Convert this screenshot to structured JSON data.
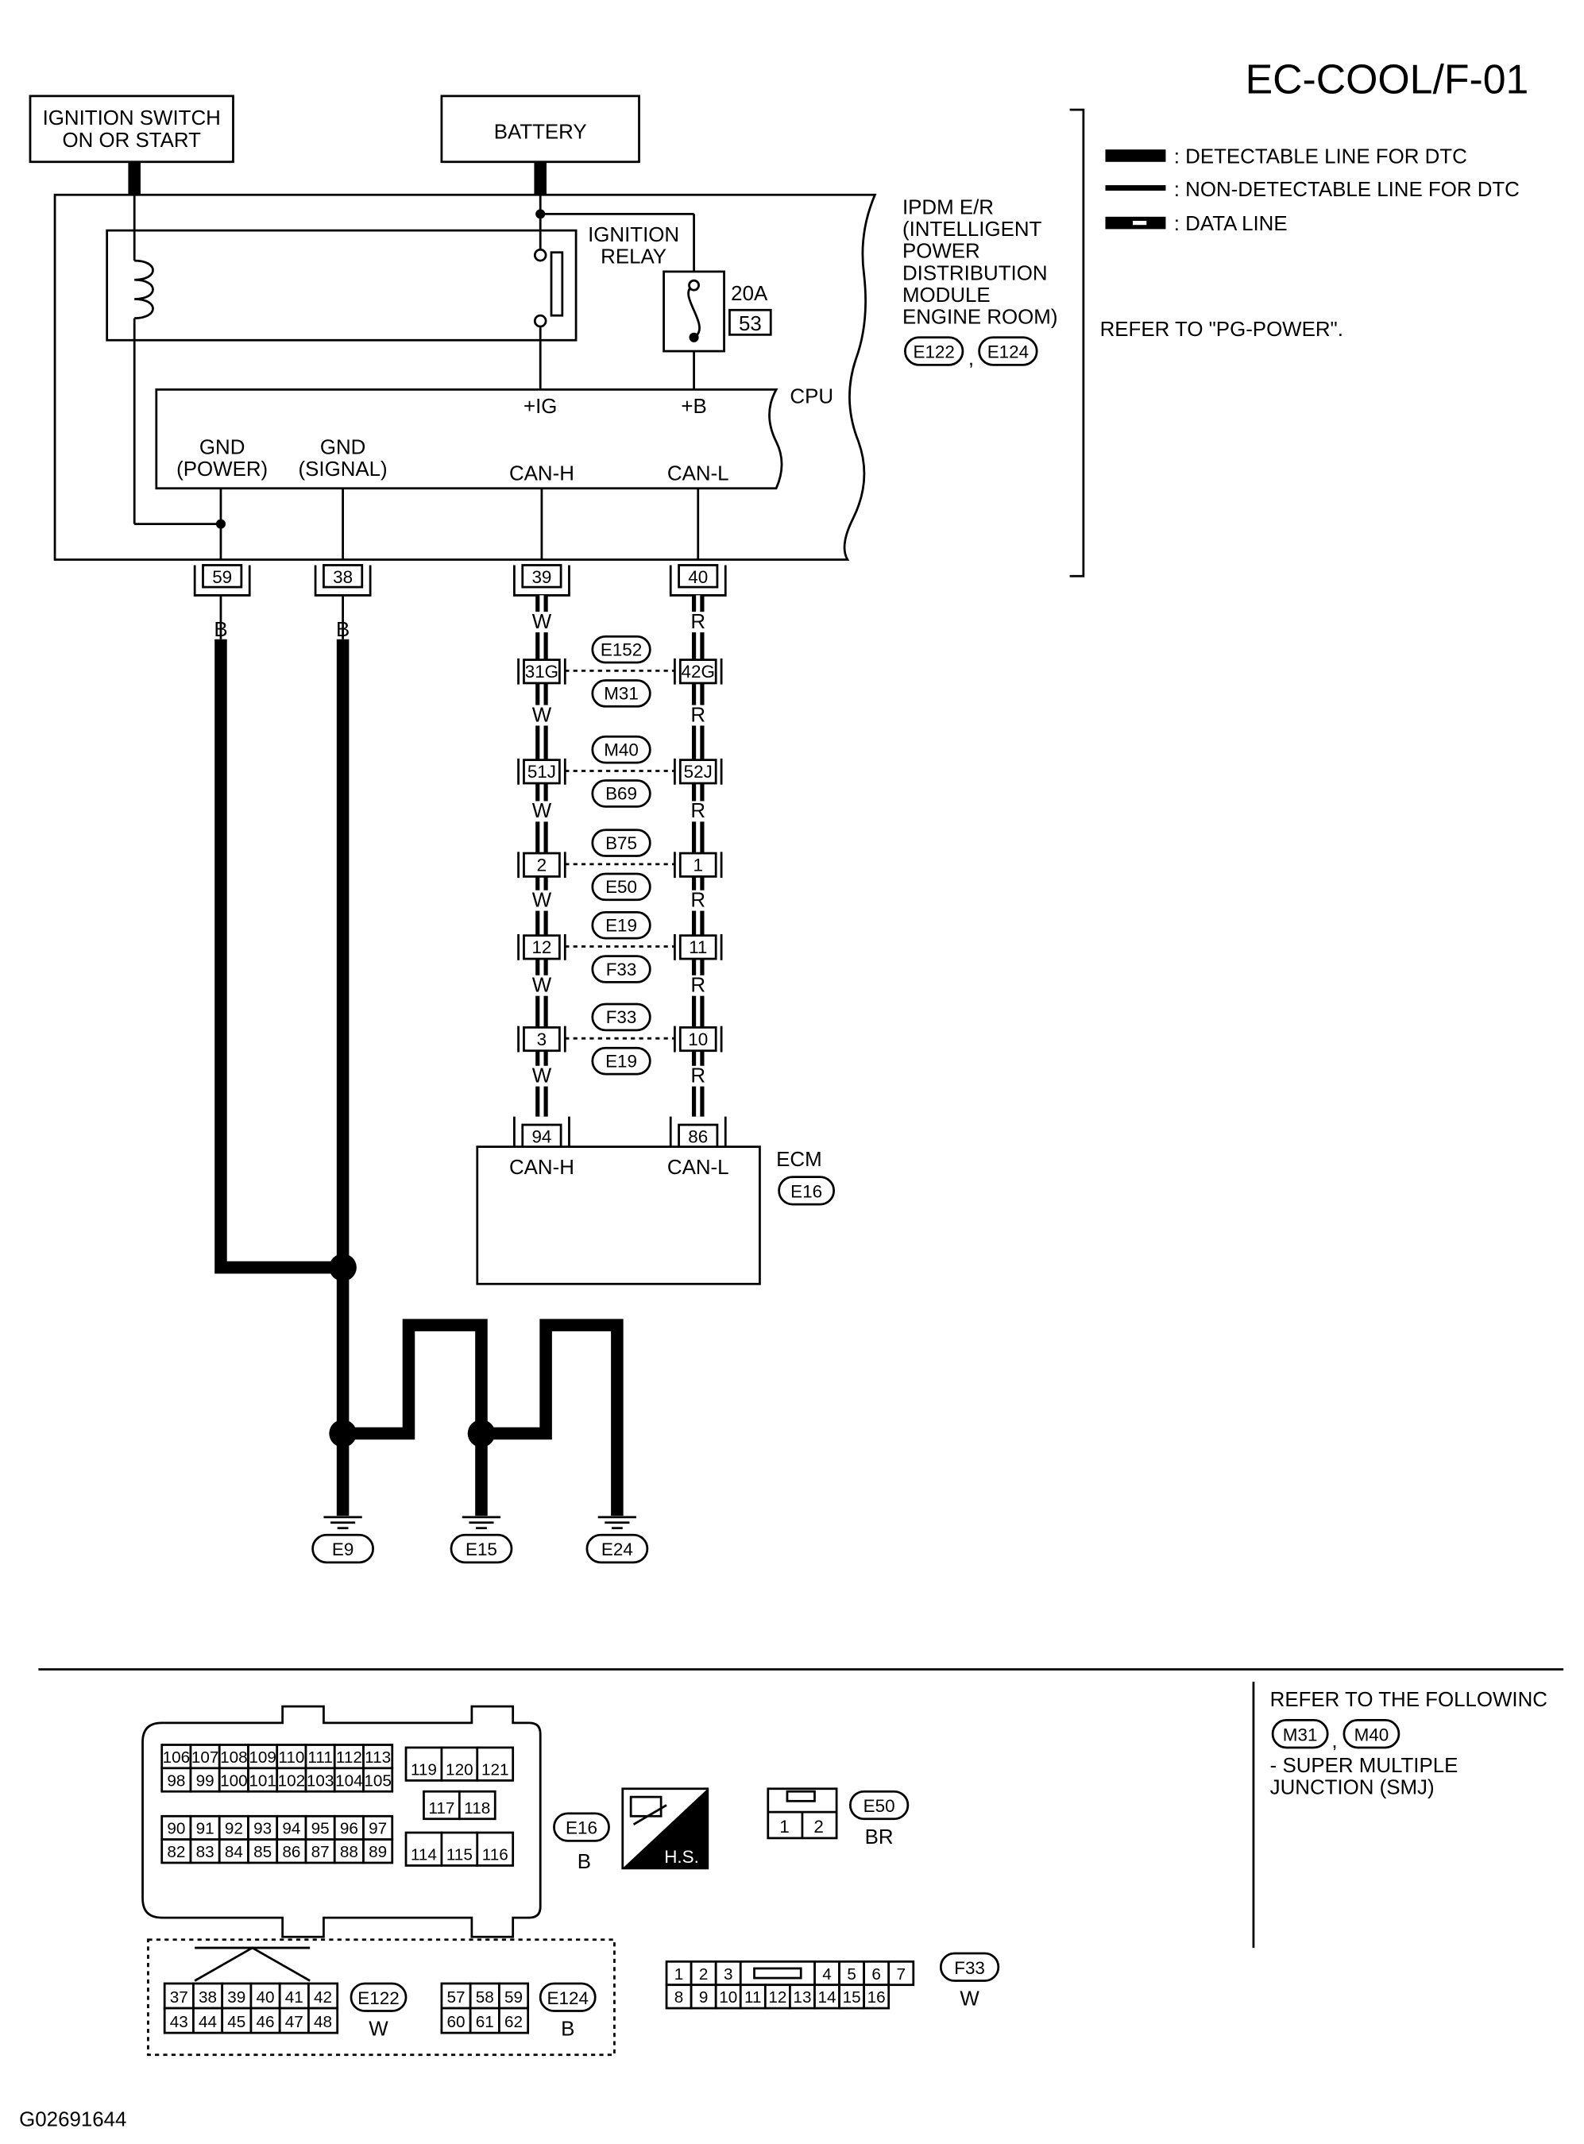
{
  "page_id": "EC-COOL/F-01",
  "image_code": "G02691644",
  "legend": {
    "detectable": ": DETECTABLE LINE FOR DTC",
    "non_detectable": ": NON-DETECTABLE LINE FOR DTC",
    "data_line": ": DATA LINE",
    "refer": "REFER TO \"PG-POWER\"."
  },
  "sources": {
    "ignition_switch_1": "IGNITION SWITCH",
    "ignition_switch_2": "ON OR START",
    "battery": "BATTERY"
  },
  "ipdm": {
    "name_lines": [
      "IPDM E/R",
      "(INTELLIGENT",
      "POWER",
      "DISTRIBUTION",
      "MODULE",
      "ENGINE ROOM)"
    ],
    "connectors": [
      "E122",
      "E124"
    ],
    "relay_1": "IGNITION",
    "relay_2": "RELAY",
    "fuse_rating": "20A",
    "fuse_number": "53",
    "cpu": "CPU",
    "ig": "+IG",
    "b": "+B",
    "gnd_power_1": "GND",
    "gnd_power_2": "(POWER)",
    "gnd_signal_1": "GND",
    "gnd_signal_2": "(SIGNAL)",
    "can_h": "CAN-H",
    "can_l": "CAN-L",
    "pins": [
      "59",
      "38",
      "39",
      "40"
    ]
  },
  "wire_colors": {
    "black": "B",
    "white": "W",
    "red": "R"
  },
  "joint_connectors": [
    {
      "left_pin": "31G",
      "right_pin": "42G",
      "top": "E152",
      "bottom": "M31"
    },
    {
      "left_pin": "51J",
      "right_pin": "52J",
      "top": "M40",
      "bottom": "B69"
    },
    {
      "left_pin": "2",
      "right_pin": "1",
      "top": "B75",
      "bottom": "E50"
    },
    {
      "left_pin": "12",
      "right_pin": "11",
      "top": "E19",
      "bottom": "F33"
    },
    {
      "left_pin": "3",
      "right_pin": "10",
      "top": "F33",
      "bottom": "E19"
    }
  ],
  "ecm": {
    "name": "ECM",
    "connector": "E16",
    "pin_h": "94",
    "pin_l": "86",
    "can_h": "CAN-H",
    "can_l": "CAN-L"
  },
  "grounds": [
    "E9",
    "E15",
    "E24"
  ],
  "lower": {
    "refer_lines": [
      "REFER TO THE FOLLOWINC",
      "- SUPER MULTIPLE",
      "JUNCTION (SMJ)"
    ],
    "refer_connectors": [
      "M31",
      "M40"
    ],
    "e16": {
      "id": "E16",
      "color": "B",
      "rows": [
        [
          "106",
          "107",
          "108",
          "109",
          "110",
          "111",
          "112",
          "113"
        ],
        [
          "98",
          "99",
          "100",
          "101",
          "102",
          "103",
          "104",
          "105"
        ],
        [
          "90",
          "91",
          "92",
          "93",
          "94",
          "95",
          "96",
          "97"
        ],
        [
          "82",
          "83",
          "84",
          "85",
          "86",
          "87",
          "88",
          "89"
        ]
      ],
      "mid_rows": [
        [
          "119",
          "120",
          "121"
        ],
        [
          "117",
          "118"
        ],
        [
          "114",
          "115",
          "116"
        ]
      ]
    },
    "hs": "H.S.",
    "e50": {
      "id": "E50",
      "color": "BR",
      "pins": [
        "1",
        "2"
      ]
    },
    "e122": {
      "id": "E122",
      "color": "W",
      "rows": [
        [
          "37",
          "38",
          "39",
          "40",
          "41",
          "42"
        ],
        [
          "43",
          "44",
          "45",
          "46",
          "47",
          "48"
        ]
      ]
    },
    "e124": {
      "id": "E124",
      "color": "B",
      "rows": [
        [
          "57",
          "58",
          "59"
        ],
        [
          "60",
          "61",
          "62"
        ]
      ]
    },
    "f33": {
      "id": "F33",
      "color": "W",
      "rows": [
        [
          "1",
          "2",
          "3",
          "4",
          "5",
          "6",
          "7"
        ],
        [
          "8",
          "9",
          "10",
          "11",
          "12",
          "13",
          "14",
          "15",
          "16"
        ]
      ]
    }
  }
}
